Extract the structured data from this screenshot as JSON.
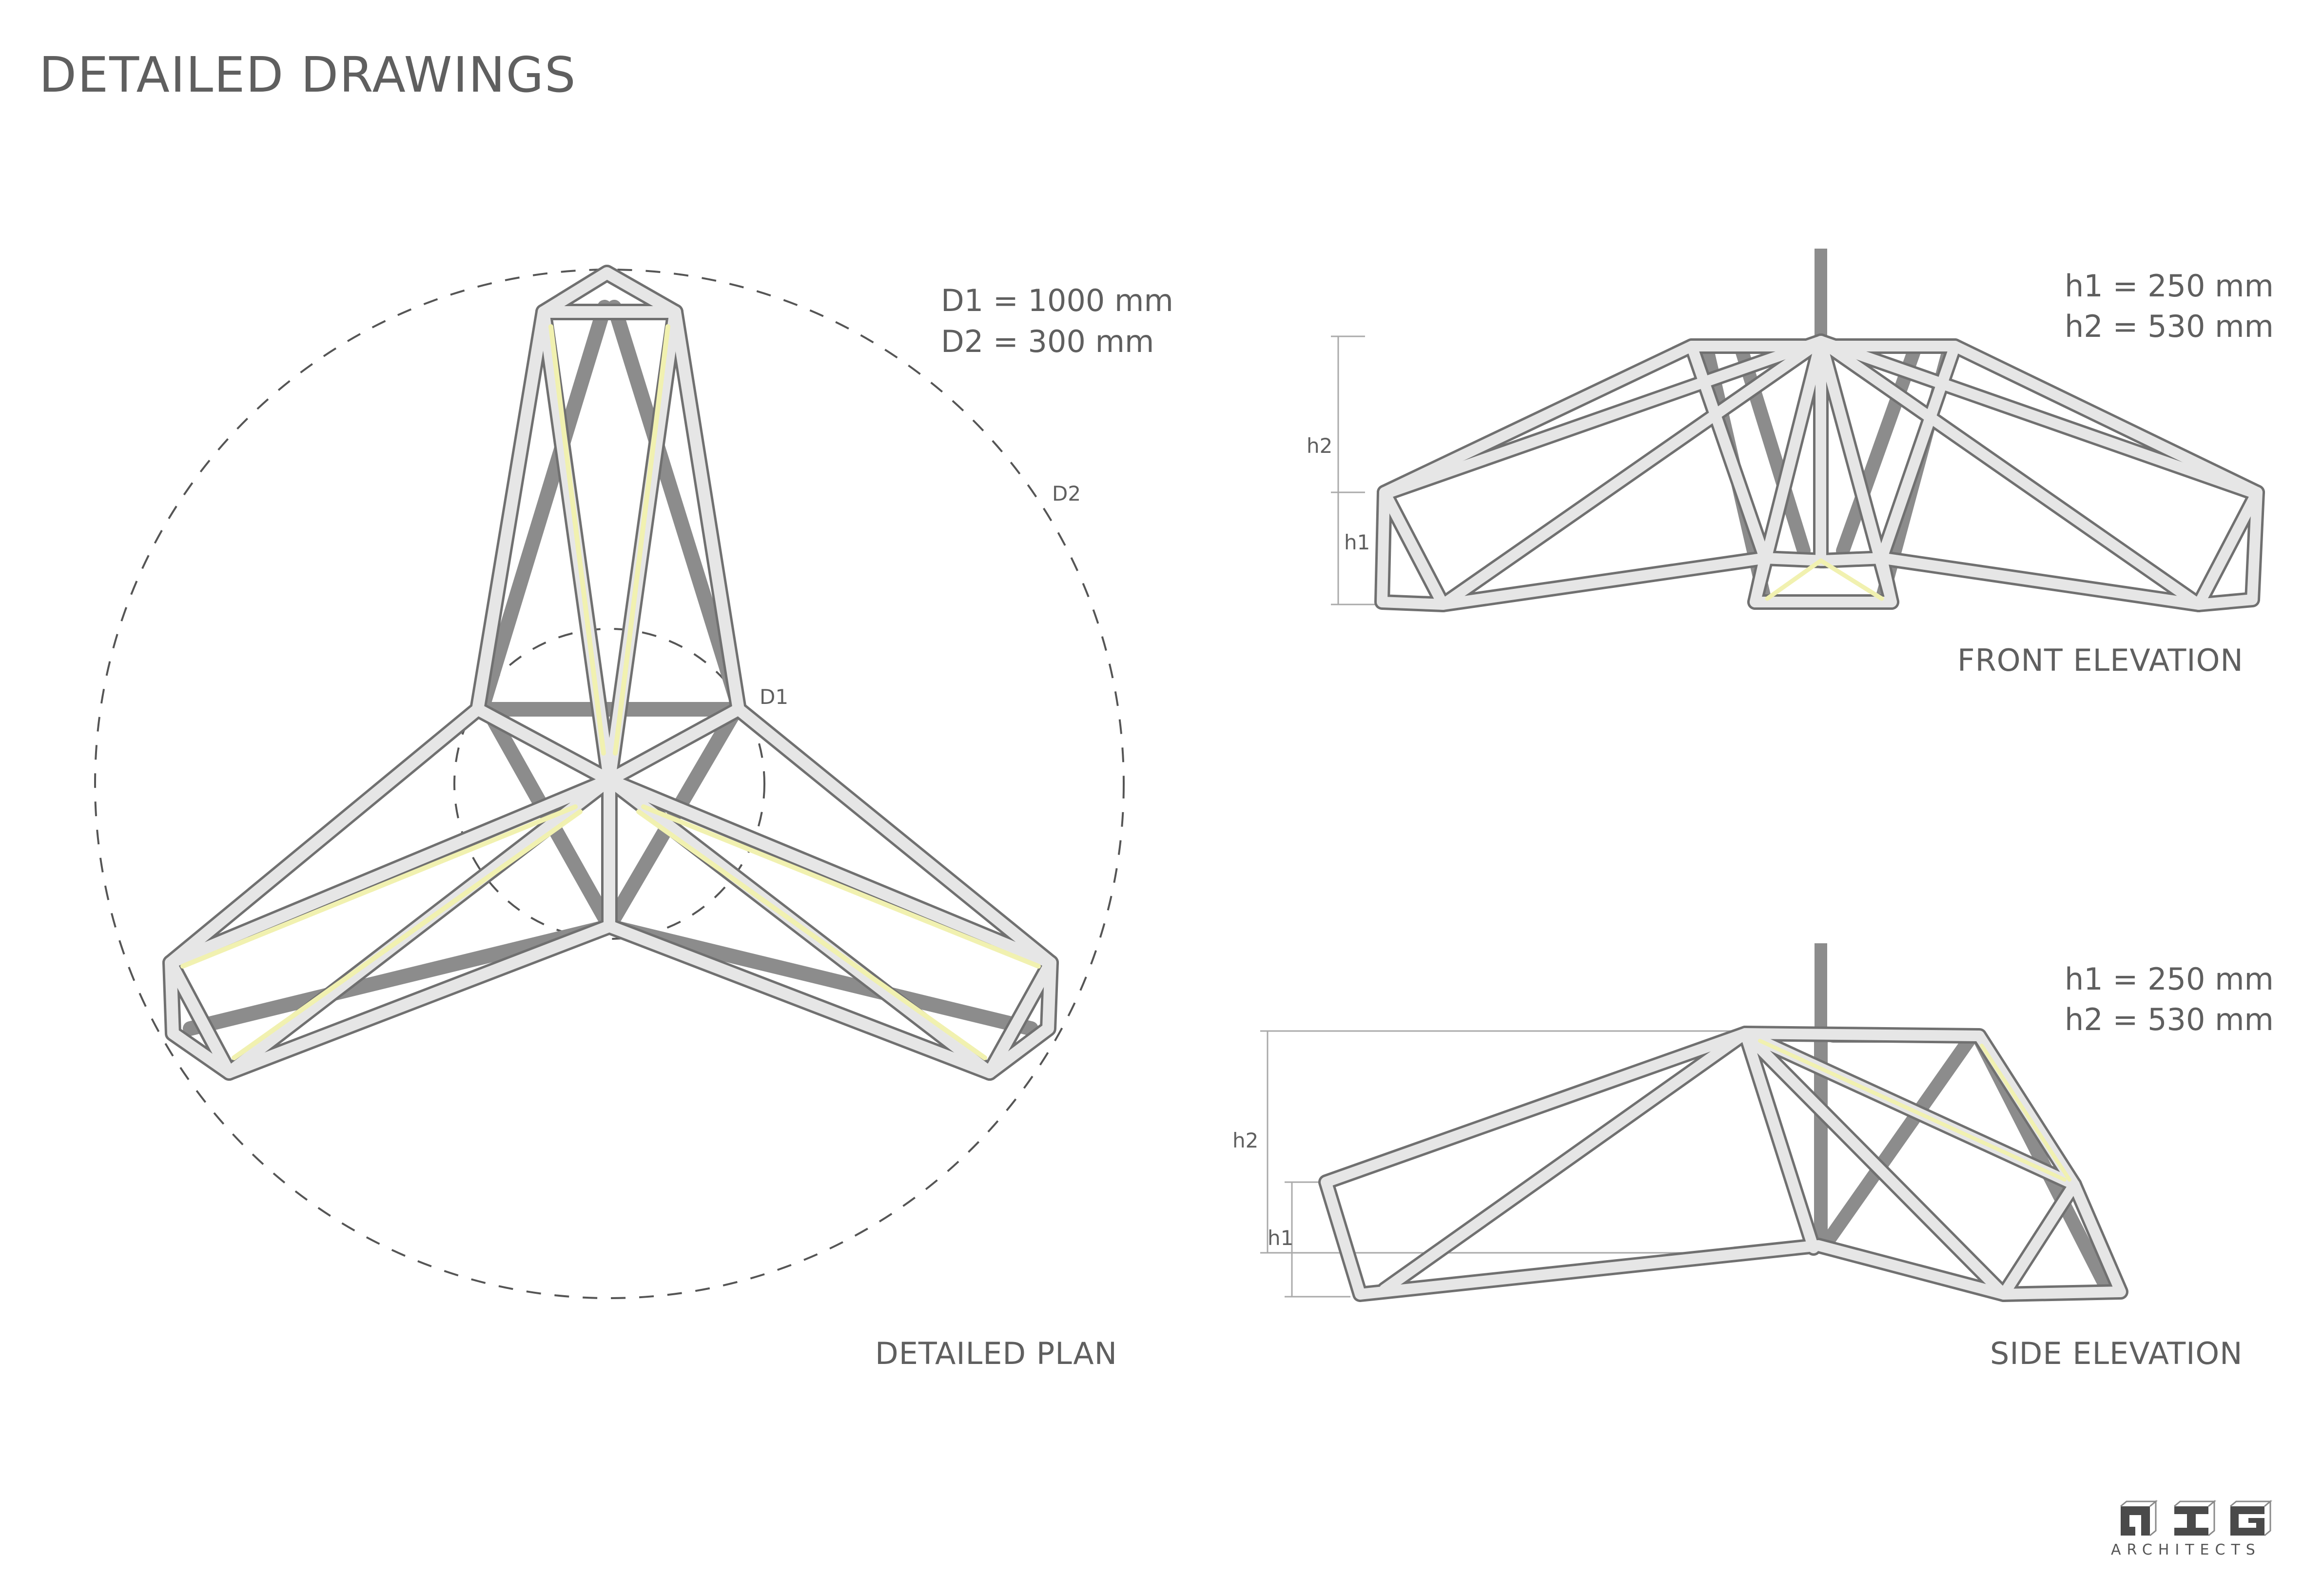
{
  "title": "DETAILED DRAWINGS",
  "plan": {
    "label": "DETAILED PLAN",
    "dims": [
      "D1 = 1000 mm",
      "D2 =  300 mm"
    ],
    "circle_labels": {
      "outer": "D2",
      "inner": "D1"
    }
  },
  "front": {
    "label": "FRONT ELEVATION",
    "dims": [
      "h1 =  250 mm",
      "h2 = 530 mm"
    ],
    "dim_labels": {
      "h1": "h1",
      "h2": "h2"
    }
  },
  "side": {
    "label": "SIDE ELEVATION",
    "dims": [
      "h1 =  250 mm",
      "h2 = 530 mm"
    ],
    "dim_labels": {
      "h1": "h1",
      "h2": "h2"
    }
  },
  "brand": {
    "name": "ARCHITECTS"
  },
  "colors": {
    "frame_fill": "#e6e6e6",
    "frame_stroke": "#707070",
    "back_bar": "#8c8c8c",
    "light": "#f1f1b0",
    "text": "#5f5f5f"
  }
}
